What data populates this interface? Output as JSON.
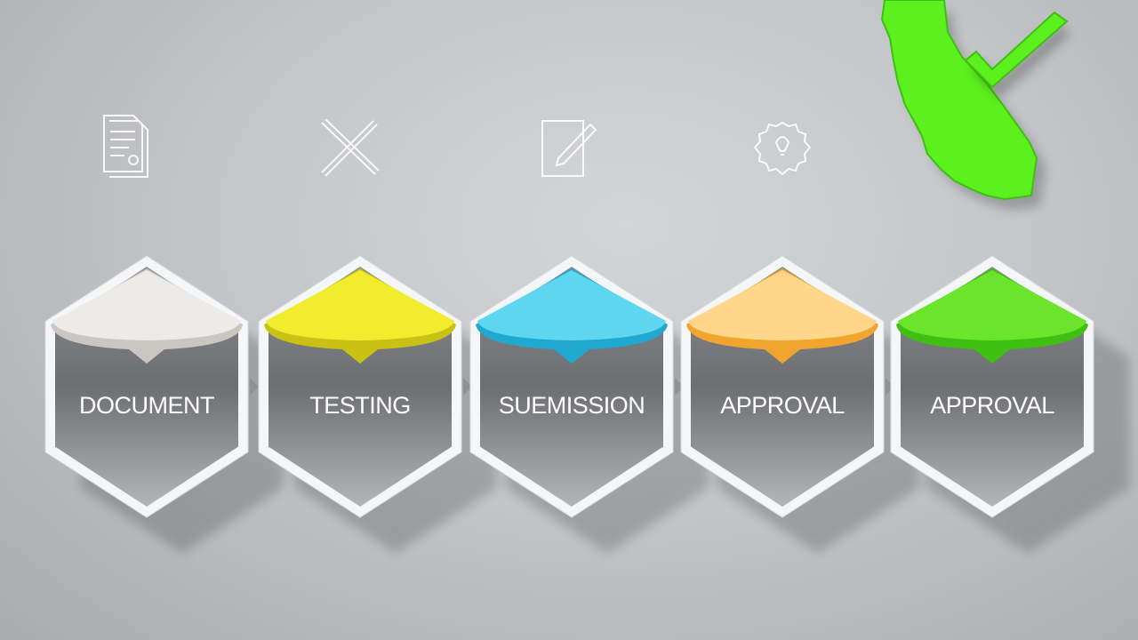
{
  "steps": [
    {
      "label": "DOCUMENT",
      "cap_color": "#ecebe7",
      "cap_shade": "#c9c7c0",
      "icon": "document-icon"
    },
    {
      "label": "TESTING",
      "cap_color": "#f2ec2e",
      "cap_shade": "#c9c214",
      "icon": "tools-cross-icon"
    },
    {
      "label": "SUEMISSION",
      "cap_color": "#5fd6ef",
      "cap_shade": "#1fa9d0",
      "icon": "edit-form-icon"
    },
    {
      "label": "APPROVAL",
      "cap_color": "#ffd68a",
      "cap_shade": "#f0a52f",
      "icon": "gear-bulb-icon"
    },
    {
      "label": "APPROVAL",
      "cap_color": "#6be42c",
      "cap_shade": "#3fbf12",
      "icon": ""
    }
  ],
  "badge": {
    "icon": "california-map-check-icon",
    "color": "#5cf01e"
  },
  "colors": {
    "hex_face": "#6c6e72",
    "hex_border": "#f5f6f7"
  }
}
